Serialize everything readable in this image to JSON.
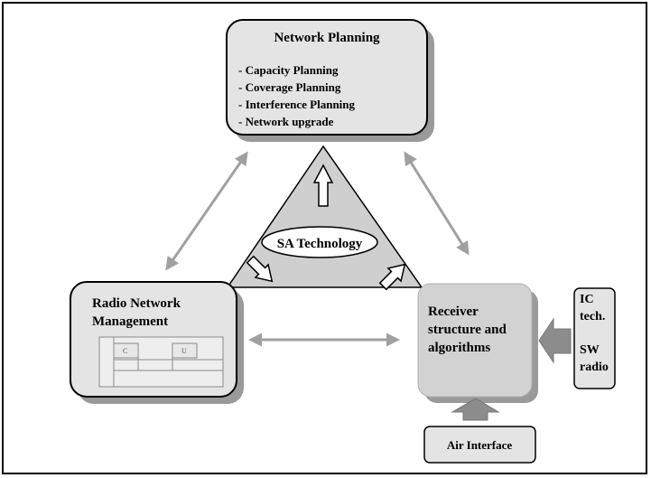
{
  "network_planning": {
    "title": "Network Planning",
    "items": [
      "- Capacity Planning",
      "- Coverage Planning",
      "- Interference Planning",
      "- Network upgrade"
    ]
  },
  "center": {
    "label": "SA Technology"
  },
  "radio_management": {
    "title_line1": "Radio Network",
    "title_line2": "Management",
    "slot_c": "C",
    "slot_u": "U"
  },
  "receiver": {
    "line1": "Receiver",
    "line2": "structure and",
    "line3": "algorithms"
  },
  "side_box": {
    "line1": "IC",
    "line2": "tech.",
    "line3": "SW",
    "line4": "radio"
  },
  "air_interface": {
    "label": "Air Interface"
  },
  "colors": {
    "box_fill": "#e4e4e4",
    "shadow": "#9a9a9a",
    "arrow": "#a0a0a0",
    "triangle": "#cfcfcf",
    "receiver_fill": "#d2d2d2"
  }
}
